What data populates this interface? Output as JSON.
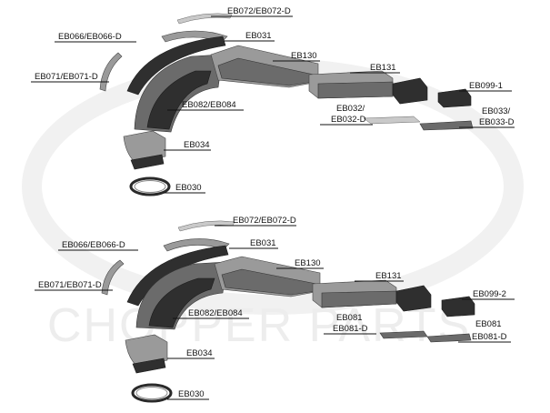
{
  "watermark": {
    "text": "CHOPPER PARTS"
  },
  "diagrams": [
    {
      "labels": [
        {
          "id": "eb072",
          "text": "EB072/EB072-D"
        },
        {
          "id": "eb066",
          "text": "EB066/EB066-D"
        },
        {
          "id": "eb031",
          "text": "EB031"
        },
        {
          "id": "eb130",
          "text": "EB130"
        },
        {
          "id": "eb071",
          "text": "EB071/EB071-D"
        },
        {
          "id": "eb131",
          "text": "EB131"
        },
        {
          "id": "eb099",
          "text": "EB099-1"
        },
        {
          "id": "eb082",
          "text": "EB082/EB084"
        },
        {
          "id": "eb032a",
          "text": "EB032/"
        },
        {
          "id": "eb032b",
          "text": "EB032-D"
        },
        {
          "id": "eb033a",
          "text": "EB033/"
        },
        {
          "id": "eb033b",
          "text": "EB033-D"
        },
        {
          "id": "eb034",
          "text": "EB034"
        },
        {
          "id": "eb030",
          "text": "EB030"
        }
      ]
    },
    {
      "labels": [
        {
          "id": "eb072",
          "text": "EB072/EB072-D"
        },
        {
          "id": "eb066",
          "text": "EB066/EB066-D"
        },
        {
          "id": "eb031",
          "text": "EB031"
        },
        {
          "id": "eb130",
          "text": "EB130"
        },
        {
          "id": "eb071",
          "text": "EB071/EB071-D"
        },
        {
          "id": "eb131",
          "text": "EB131"
        },
        {
          "id": "eb099",
          "text": "EB099-2"
        },
        {
          "id": "eb082",
          "text": "EB082/EB084"
        },
        {
          "id": "eb081a",
          "text": "EB081"
        },
        {
          "id": "eb081b",
          "text": "EB081-D"
        },
        {
          "id": "eb081c",
          "text": "EB081"
        },
        {
          "id": "eb081d",
          "text": "EB081-D"
        },
        {
          "id": "eb034",
          "text": "EB034"
        },
        {
          "id": "eb030",
          "text": "EB030"
        }
      ]
    }
  ]
}
